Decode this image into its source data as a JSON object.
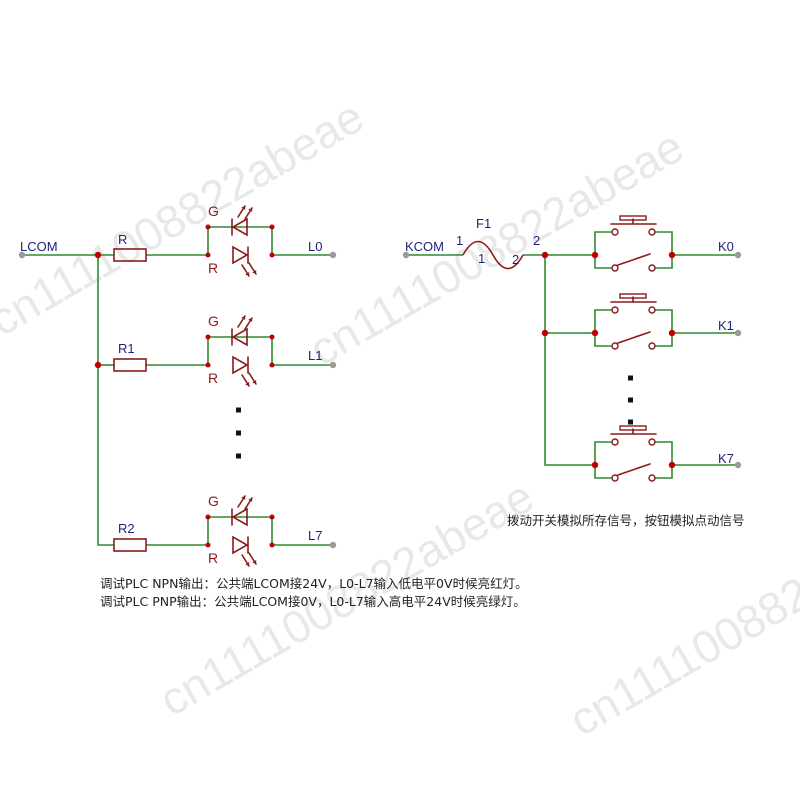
{
  "left_circuit": {
    "common_label": "LCOM",
    "channels": [
      {
        "resistor": "R",
        "led_top": "G",
        "led_bottom": "R",
        "output": "L0"
      },
      {
        "resistor": "R1",
        "led_top": "G",
        "led_bottom": "R",
        "output": "L1"
      },
      {
        "resistor": "R2",
        "led_top": "G",
        "led_bottom": "R",
        "output": "L7"
      }
    ]
  },
  "right_circuit": {
    "common_label": "KCOM",
    "fuse_label": "F1",
    "fuse_pins": [
      "1",
      "1",
      "2",
      "2"
    ],
    "outputs": [
      "K0",
      "K1",
      "K7"
    ]
  },
  "notes": {
    "npn": "调试PLC NPN输出：公共端LCOM接24V，L0-L7输入低电平0V时候亮红灯。",
    "pnp": "调试PLC PNP输出：公共端LCOM接0V，L0-L7输入高电平24V时候亮绿灯。",
    "switch_note": "拨动开关模拟所存信号，按钮模拟点动信号"
  },
  "watermark": "cn1111008822abeae",
  "colors": {
    "wire": "#2e8b2e",
    "component": "#8b1a1a",
    "junction": "#c00000",
    "pin": "#9a9a9a",
    "net_label": "#1f1f7a"
  }
}
